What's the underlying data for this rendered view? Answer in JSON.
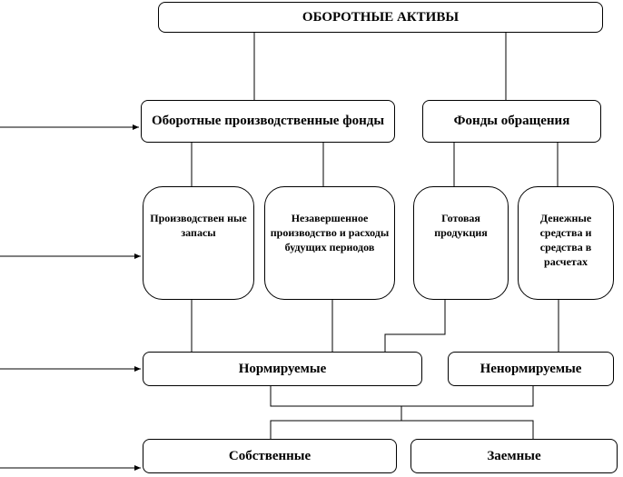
{
  "title": "ОБОРОТНЫЕ АКТИВЫ",
  "level1": {
    "production_funds": "Оборотные производственные фонды",
    "circulation_funds": "Фонды обращения"
  },
  "level2": {
    "inventories": "Производствен ные  запасы",
    "wip": "Незавершенное производство и расходы будущих периодов",
    "finished_goods": "Готовая продукция",
    "cash": "Денежные средства и средства в расчетах"
  },
  "level3": {
    "normed": "Нормируемые",
    "non_normed": "Ненормируемые"
  },
  "level4": {
    "own": "Собственные",
    "borrowed": "Заемные"
  }
}
